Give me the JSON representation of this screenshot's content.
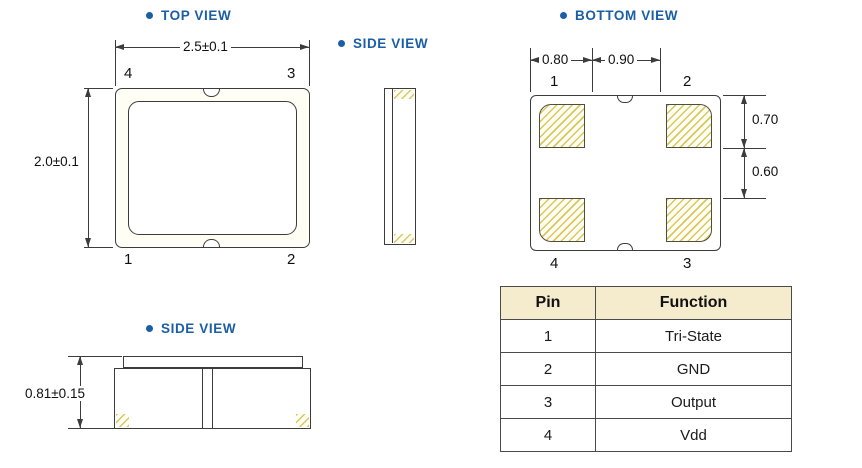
{
  "labels": {
    "top_view": "TOP VIEW",
    "side_view_small": "SIDE VIEW",
    "bottom_view": "BOTTOM VIEW",
    "side_view_large": "SIDE VIEW"
  },
  "top_view": {
    "width_dim": "2.5±0.1",
    "height_dim": "2.0±0.1",
    "pin_top_left": "4",
    "pin_top_right": "3",
    "pin_bottom_left": "1",
    "pin_bottom_right": "2"
  },
  "bottom_view": {
    "dim_pad_width": "0.80",
    "dim_pad_pitch": "0.90",
    "dim_pad_height": "0.70",
    "dim_pad_gap": "0.60",
    "pin_top_left": "1",
    "pin_top_right": "2",
    "pin_bottom_left": "4",
    "pin_bottom_right": "3"
  },
  "side_view": {
    "height_dim": "0.81±0.15"
  },
  "pin_table": {
    "headers": {
      "pin": "Pin",
      "function": "Function"
    },
    "rows": [
      {
        "pin": "1",
        "function": "Tri-State"
      },
      {
        "pin": "2",
        "function": "GND"
      },
      {
        "pin": "3",
        "function": "Output"
      },
      {
        "pin": "4",
        "function": "Vdd"
      }
    ]
  },
  "colors": {
    "label_blue": "#1b5ea6",
    "hatch_yellow": "#d9c75e",
    "table_header_bg": "#f5ebcd",
    "line_dark": "#3c3c3c"
  }
}
